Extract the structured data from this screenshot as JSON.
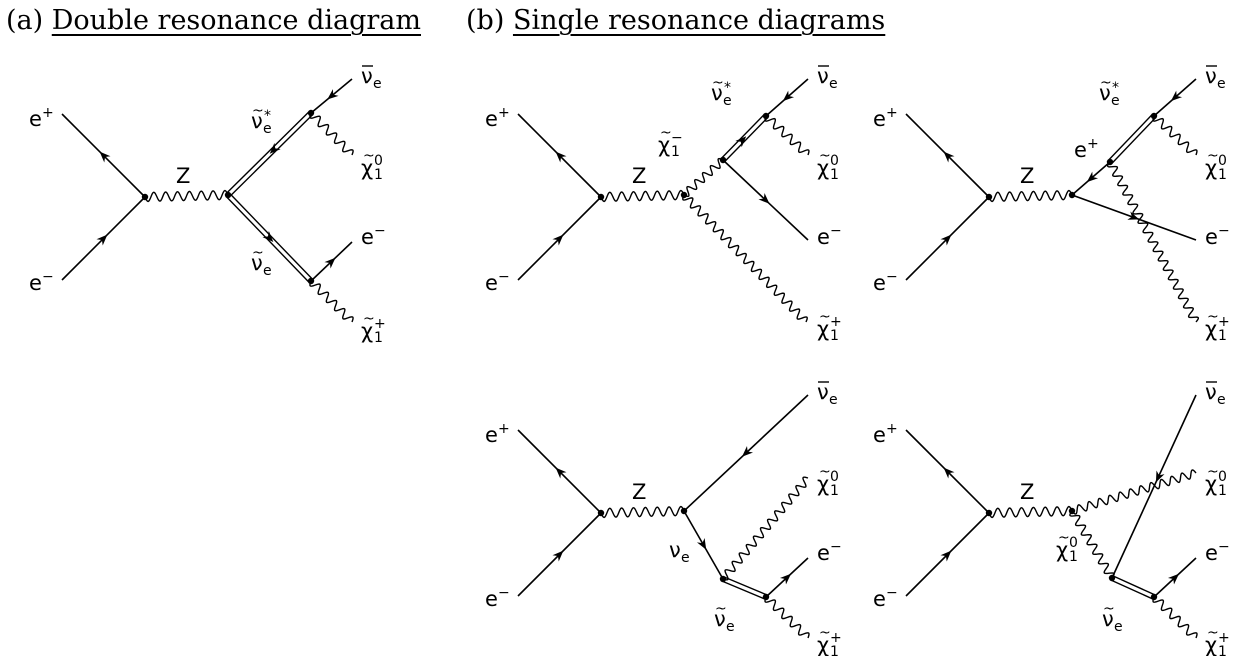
{
  "headings": {
    "a": {
      "tag": "(a)",
      "title": "Double resonance diagram"
    },
    "b": {
      "tag": "(b)",
      "title": "Single resonance diagrams"
    }
  },
  "labels": {
    "e_plus": "e",
    "e_plus_sup": "+",
    "e_minus": "e",
    "e_minus_sup": "−",
    "boson": "Z",
    "nu": "ν",
    "nu_sub": "e",
    "snu_star_sup": "*",
    "chi": "χ",
    "chi_sub": "1",
    "chi0_sup": "0",
    "chi_plus_sup": "+",
    "chi_minus_sup": "−",
    "tilde": "~",
    "bar": "‾"
  },
  "diagrams": [
    {
      "id": "a",
      "title": "Double resonance diagram"
    },
    {
      "id": "b1",
      "title": "Single resonance diagrams"
    },
    {
      "id": "b2",
      "title": "Single resonance diagrams"
    },
    {
      "id": "b3",
      "title": "Single resonance diagrams"
    },
    {
      "id": "b4",
      "title": "Single resonance diagrams"
    }
  ]
}
